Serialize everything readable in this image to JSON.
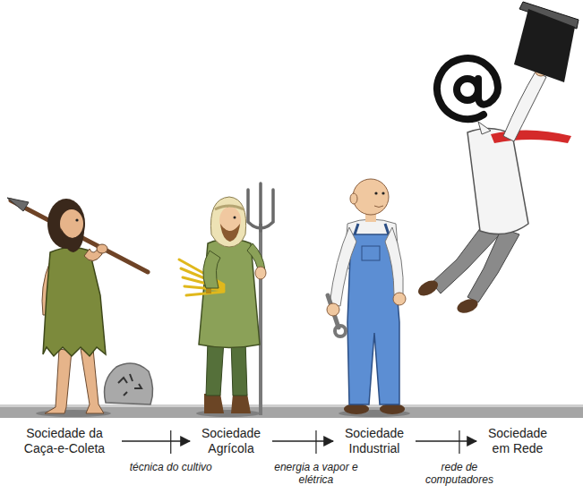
{
  "diagram": {
    "nodes": [
      {
        "text": [
          "Sociedade da Caça-e-Coleta"
        ]
      },
      {
        "text": [
          "Sociedade Agrícola"
        ]
      },
      {
        "text": [
          "Sociedade Industrial"
        ]
      },
      {
        "text": [
          "Sociedade em Rede"
        ]
      }
    ],
    "edges": [
      {
        "from": 0,
        "to": 1,
        "label": "técnica do cultivo",
        "arrow": "to"
      },
      {
        "from": 1,
        "to": 2,
        "label": "energia a vapor e elétrica",
        "arrow": "to"
      },
      {
        "from": 2,
        "to": 3,
        "label": "rede de computadores",
        "arrow": "to"
      }
    ]
  }
}
